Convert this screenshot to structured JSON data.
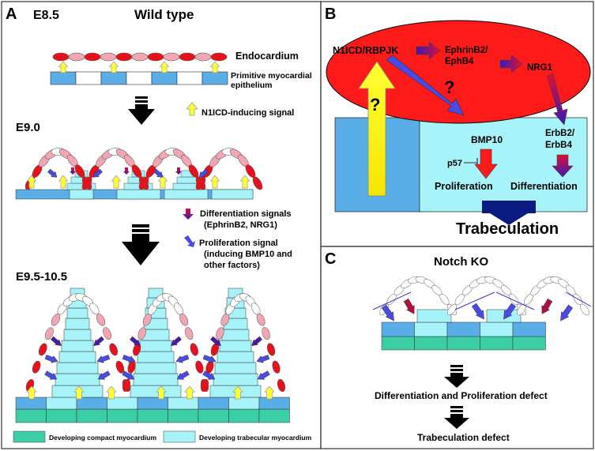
{
  "panels": {
    "a": {
      "letter": "A",
      "stage1": "E8.5",
      "title": "Wild type",
      "endocardium": "Endocardium",
      "myo_line1": "Primitive myocardial",
      "myo_line2": "epithelium",
      "n1icd_signal": "N1ICD-inducing signal",
      "stage2": "E9.0",
      "diff_line1": "Differentiation signals",
      "diff_line2": "(EphrinB2, NRG1)",
      "prolif_line1": "Proliferation signal",
      "prolif_line2": "(inducing BMP10 and",
      "prolif_line3": "other factors)",
      "stage3": "E9.5-10.5",
      "legend_compact": "Developing compact myocardium",
      "legend_trabecular": "Developing trabecular myocardium"
    },
    "b": {
      "letter": "B",
      "n1icd": "N1ICD/RBPJK",
      "ephrin_line1": "EphrinB2/",
      "ephrin_line2": "EphB4",
      "nrg1": "NRG1",
      "question1": "?",
      "question2": "?",
      "bmp10": "BMP10",
      "p57": "p57",
      "erbb_line1": "ErbB2/",
      "erbb_line2": "ErbB4",
      "proliferation": "Proliferation",
      "differentiation": "Differentiation",
      "trabeculation": "Trabeculation"
    },
    "c": {
      "letter": "C",
      "title": "Notch KO",
      "defect1": "Differentiation and Proliferation defect",
      "defect2": "Trabeculation defect"
    }
  },
  "colors": {
    "endocardium_red": "#e8101a",
    "endocardium_pink": "#f2a6b4",
    "primitive_blue": "#5aaee8",
    "trabecular_cyan": "#a6f4fa",
    "compact_teal": "#3ccfa6",
    "signal_yellow": "#ffff33",
    "arrow_blue": "#4a4ae6",
    "nucleus_red": "#ff1a1a",
    "trabeculation_navy": "#0a1a80"
  }
}
